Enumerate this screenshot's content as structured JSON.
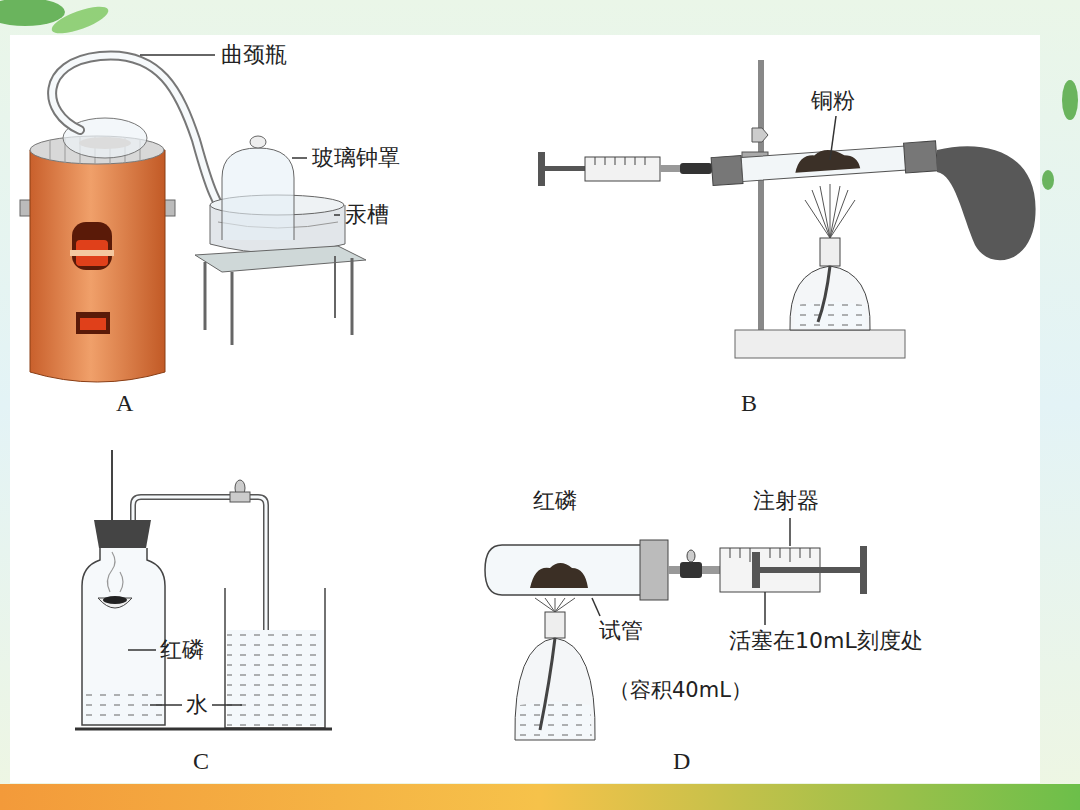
{
  "diagram": {
    "labels": [
      "曲颈瓶",
      "玻璃钟罩",
      "汞槽",
      "A",
      "铜粉",
      "B",
      "红磷",
      "水",
      "C",
      "红磷",
      "注射器",
      "试管",
      "活塞在10mL刻度处",
      "（容积40mL）",
      "D"
    ]
  }
}
